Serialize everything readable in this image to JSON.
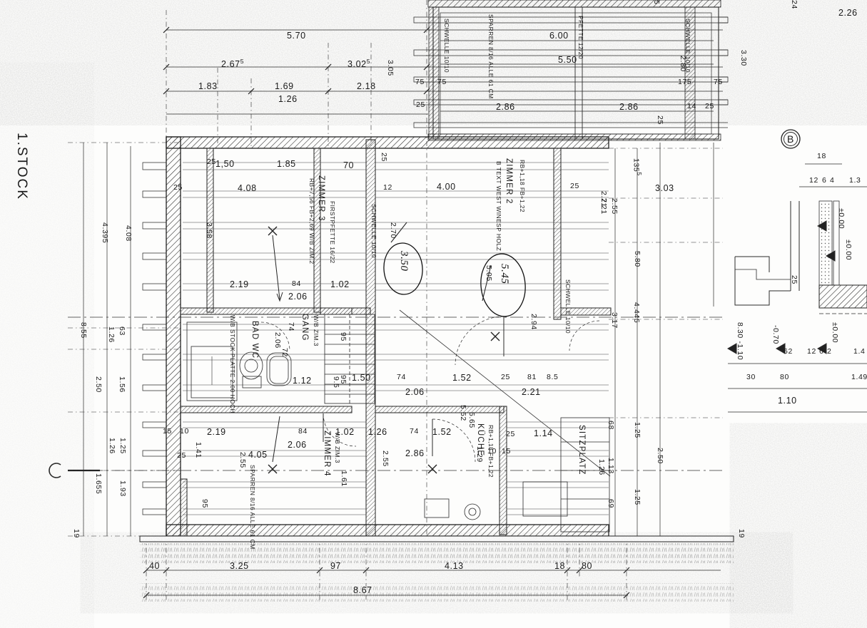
{
  "sheet": {
    "title": "1.STOCK",
    "drawing_type": "architectural-floor-plan",
    "language": "de",
    "ink_color": "#1a1a1a",
    "paper_color": "#fdfdfc"
  },
  "markers": {
    "section_b": "B",
    "section_c": "C"
  },
  "rooms": [
    {
      "name": "ZIMMER 2",
      "sub": "RB+1,18  FB+1,22"
    },
    {
      "name": "ZIMMER 3",
      "sub": "RB+7,56 FB+2,69   W/B ZIM.2"
    },
    {
      "name": "ZIMMER 4",
      "sub": "W/B ZIM.3"
    },
    {
      "name": "KÜCHE",
      "sub": "RB+1,18 FB+1,22"
    },
    {
      "name": "BAD WC",
      "sub": "W/B STOCK PLATTE 2.00 HOCH"
    },
    {
      "name": "GANG",
      "sub": "W/B ZIM.3"
    },
    {
      "name": "SITZPLATZ",
      "sub": ""
    }
  ],
  "structural_notes": [
    "SCHWELLE 10/10",
    "SPARREN 8/16 ALLE 61 CM",
    "PFETTE 12/20",
    "FIRSTPFETTE 16/22",
    "B TEXT WEST WINESP HOLZ"
  ],
  "handwritten": [
    {
      "text": "3.50",
      "circled": true,
      "replaces": "2.70"
    },
    {
      "text": "5.45",
      "circled": true,
      "replaces": "5.05"
    }
  ],
  "levels": [
    "-1.10",
    "-0.70",
    "±0.00",
    "8.30"
  ],
  "dimensions": {
    "top_chain_1": [
      "5.70"
    ],
    "top_chain_2": [
      "2.67",
      "3.02"
    ],
    "top_chain_2_sup": [
      "5",
      "5"
    ],
    "top_chain_3": [
      "1.83",
      "1.69",
      "2.18"
    ],
    "top_chain_4": [
      "1.26"
    ],
    "roof_top": [
      "6.00",
      "5.50",
      "2.86",
      "2.86"
    ],
    "roof_small": [
      "75",
      "75",
      "25",
      "25",
      "25",
      "14",
      "25",
      "175",
      "75",
      "2.80",
      "3.30",
      "2.26",
      "24",
      "5"
    ],
    "plan_upper": [
      "1.50",
      "1.85",
      "4.08",
      "70",
      "12",
      "4.00",
      "25",
      "3.03",
      "2.71",
      "135",
      "2.55",
      "2.21"
    ],
    "plan_left": [
      "4.08",
      "4.395",
      "3.58",
      "2.19",
      "2.06",
      "84",
      "1.02",
      "25"
    ],
    "plan_mid": [
      "1.50",
      "74",
      "1.52",
      "25",
      "81",
      "2.21",
      "2.06",
      "112",
      "72",
      "2.94",
      "5.80",
      "4.445",
      "3.17"
    ],
    "plan_lower": [
      "15",
      "10",
      "2.19",
      "84",
      "1.02",
      "1.26",
      "74",
      "1.52",
      "114",
      "25",
      "1.41",
      "4.05",
      "2.55",
      "95",
      "2.86",
      "1.61",
      "1.29",
      "68",
      "1.13",
      "1.26",
      "69",
      "1.25",
      "1.25",
      "2.50"
    ],
    "left_vert": [
      "8.55",
      "1.26",
      "63",
      "1.56",
      "2.50",
      "1.25",
      "1.26",
      "1.655",
      "1.93",
      "19"
    ],
    "bottom_chain": [
      "40",
      "3.25",
      "97",
      "4.13",
      "18",
      "80"
    ],
    "bottom_total": "8.67",
    "detail_right": [
      "18",
      "12",
      "6",
      "4",
      "1.3",
      "25",
      "62",
      "12",
      "6",
      "2",
      "1.4",
      "30",
      "80",
      "1.49",
      "1.10",
      "19"
    ]
  }
}
